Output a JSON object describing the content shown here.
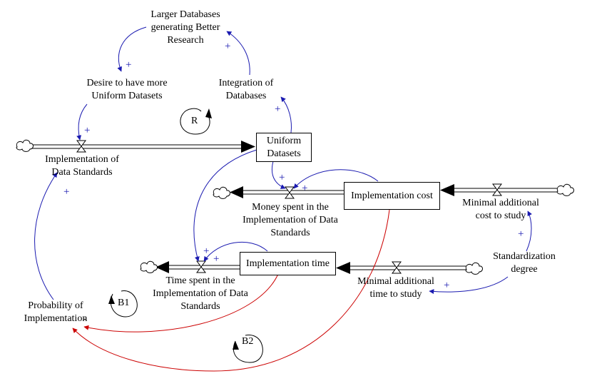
{
  "stocks": {
    "uniform_datasets": "Uniform\nDatasets",
    "implementation_cost": "Implementation cost",
    "implementation_time": "Implementation time"
  },
  "variables": {
    "larger_databases": "Larger Databases\ngenerating Better\nResearch",
    "desire_uniform": "Desire to have more\nUniform Datasets",
    "integration_databases": "Integration of\nDatabases",
    "implementation_standards": "Implementation of\nData Standards",
    "money_spent": "Money spent in the\nImplementation of Data\nStandards",
    "minimal_cost": "Minimal additional\ncost to study",
    "standardization_degree": "Standardization\ndegree",
    "minimal_time": "Minimal additional\ntime to study",
    "time_spent": "Time spent in the\nImplementation of Data\nStandards",
    "probability": "Probability of\nImplementation"
  },
  "loops": {
    "r": "R",
    "b1": "B1",
    "b2": "B2"
  },
  "polarity": {
    "plus": "+",
    "minus": "-"
  },
  "colors": {
    "positive_link": "#1a1ab0",
    "negative_link": "#cc0000",
    "flow": "#000000"
  }
}
